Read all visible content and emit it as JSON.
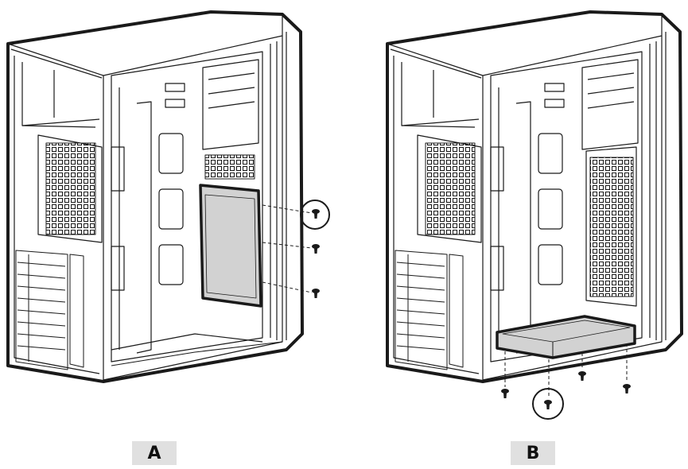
{
  "panels": [
    {
      "label": "A",
      "drive_orientation": "vertical",
      "screws_shown": 3,
      "highlighted_screw": "top"
    },
    {
      "label": "B",
      "drive_orientation": "horizontal",
      "screws_shown": 4,
      "highlighted_screw": "front-bottom"
    }
  ],
  "colors": {
    "line": "#1a1a1a",
    "drive_fill": "#d2d2d2",
    "label_bg": "#e0e0e0",
    "background": "#ffffff"
  }
}
